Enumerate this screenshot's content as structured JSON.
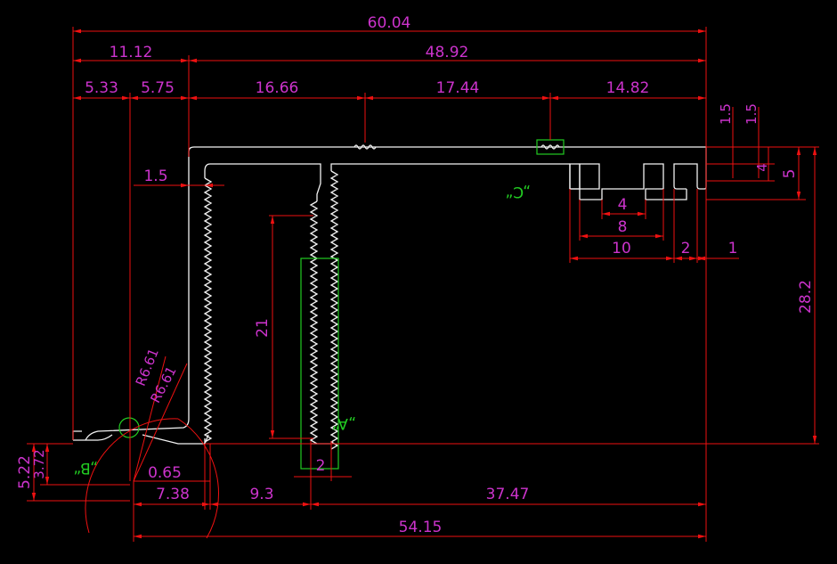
{
  "drawing": {
    "overall_width": "60.04",
    "top_left_width": "11.12",
    "top_right_width": "48.92",
    "left_offset_a": "5.33",
    "left_offset_b": "5.75",
    "seg_1": "16.66",
    "seg_2": "17.44",
    "seg_3": "14.82",
    "top_step_1": "1.5",
    "top_step_2": "1.5",
    "step_4": "4",
    "step_5": "5",
    "height_total": "28.2",
    "wall_thickness": "1.5",
    "slot_inner": "4",
    "slot_mid": "8",
    "slot_outer": "10",
    "gap_2": "2",
    "gap_1": "1",
    "teeth_length": "21",
    "radius_1": "R6.61",
    "radius_2": "R6.61",
    "height_a": "5.22",
    "height_b": "3.72",
    "offset_065": "0.65",
    "bottom_738": "7.38",
    "bottom_93": "9.3",
    "bottom_3747": "37.47",
    "bottom_total": "54.15",
    "tooth_width": "2",
    "label_a": "„A“",
    "label_b": "„B“",
    "label_c": "„C“"
  },
  "colors": {
    "background": "#000000",
    "dimension_line": "#ee1111",
    "dimension_text": "#cc33cc",
    "outline": "#f2f2f2",
    "detail_box": "#22cc22"
  }
}
